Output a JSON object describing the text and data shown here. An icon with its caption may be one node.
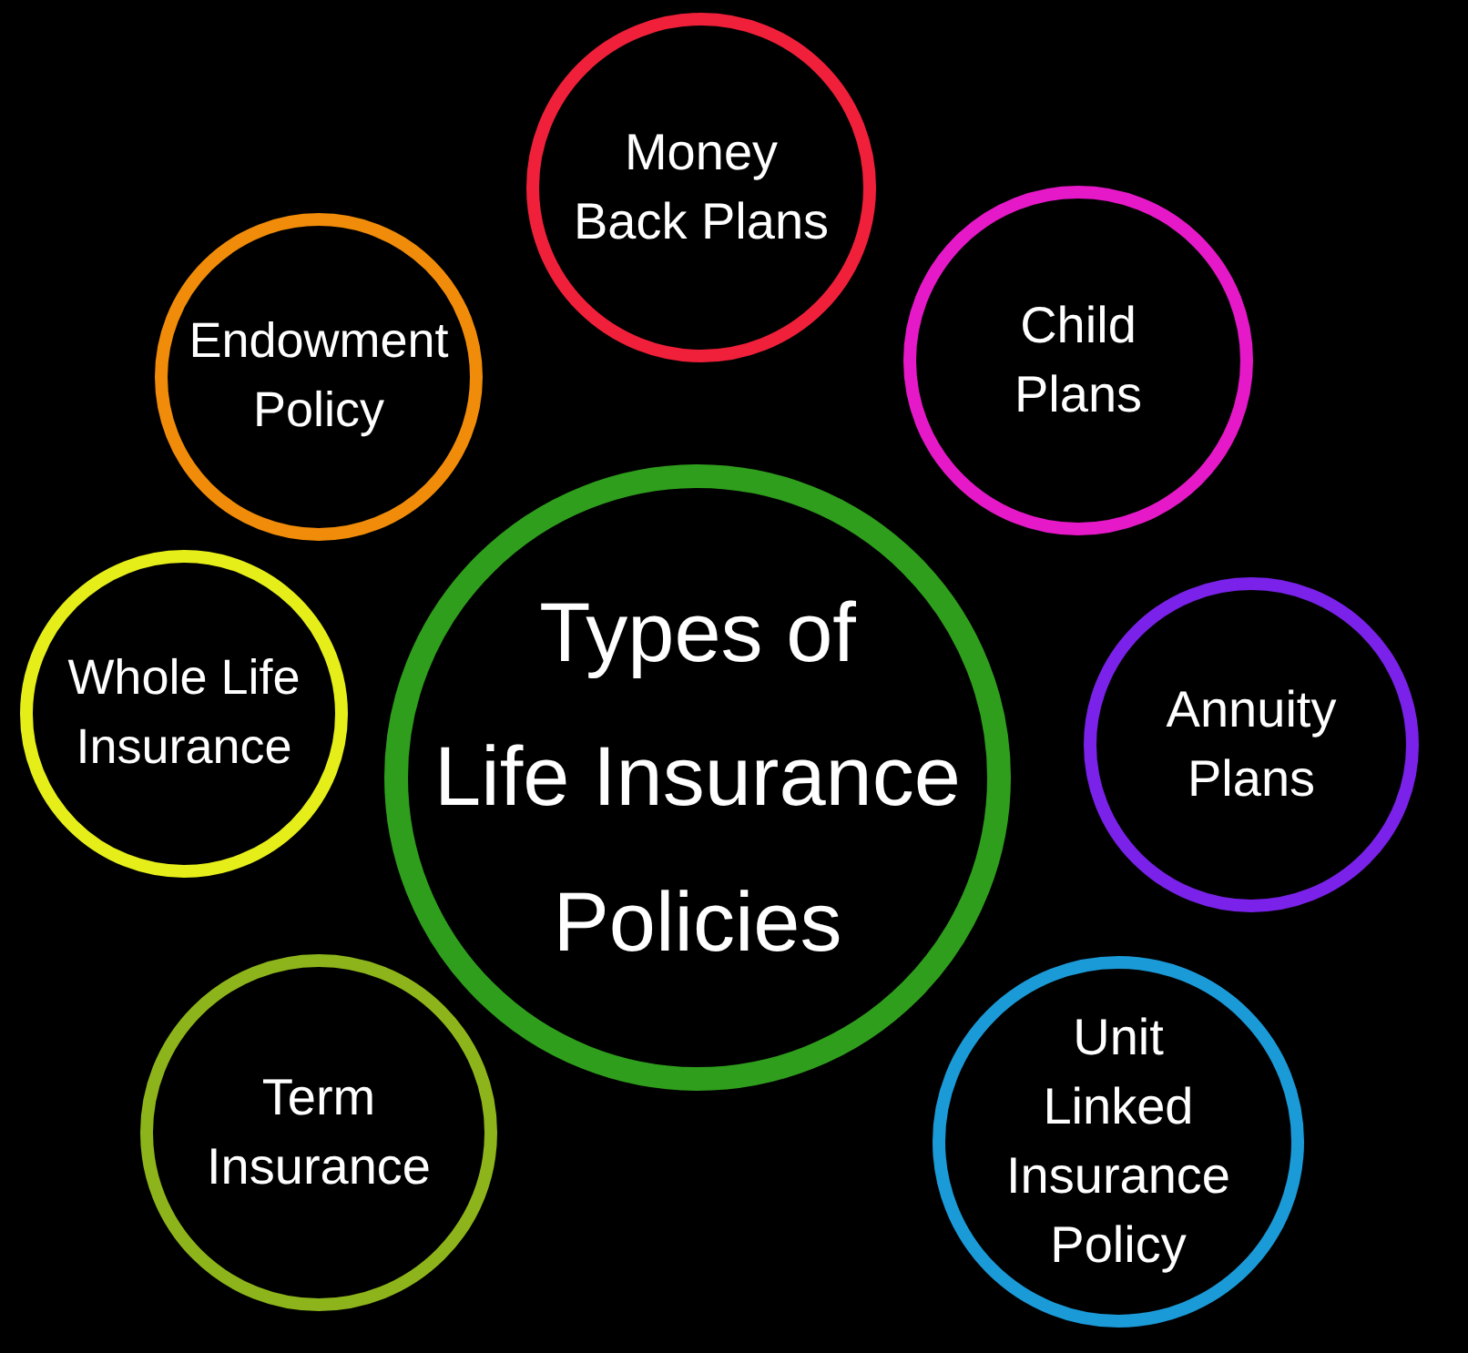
{
  "diagram": {
    "nodes": [
      {
        "text": [
          "Types of Life Insurance Policies"
        ]
      },
      {
        "text": [
          "Money Back Plans"
        ]
      },
      {
        "text": [
          "Child Plans"
        ]
      },
      {
        "text": [
          "Annuity Plans"
        ]
      },
      {
        "text": [
          "Unit Linked Insurance Policy"
        ]
      },
      {
        "text": [
          "Term Insurance"
        ]
      },
      {
        "text": [
          "Whole Life Insurance"
        ]
      },
      {
        "text": [
          "Endowment Policy"
        ]
      }
    ]
  }
}
